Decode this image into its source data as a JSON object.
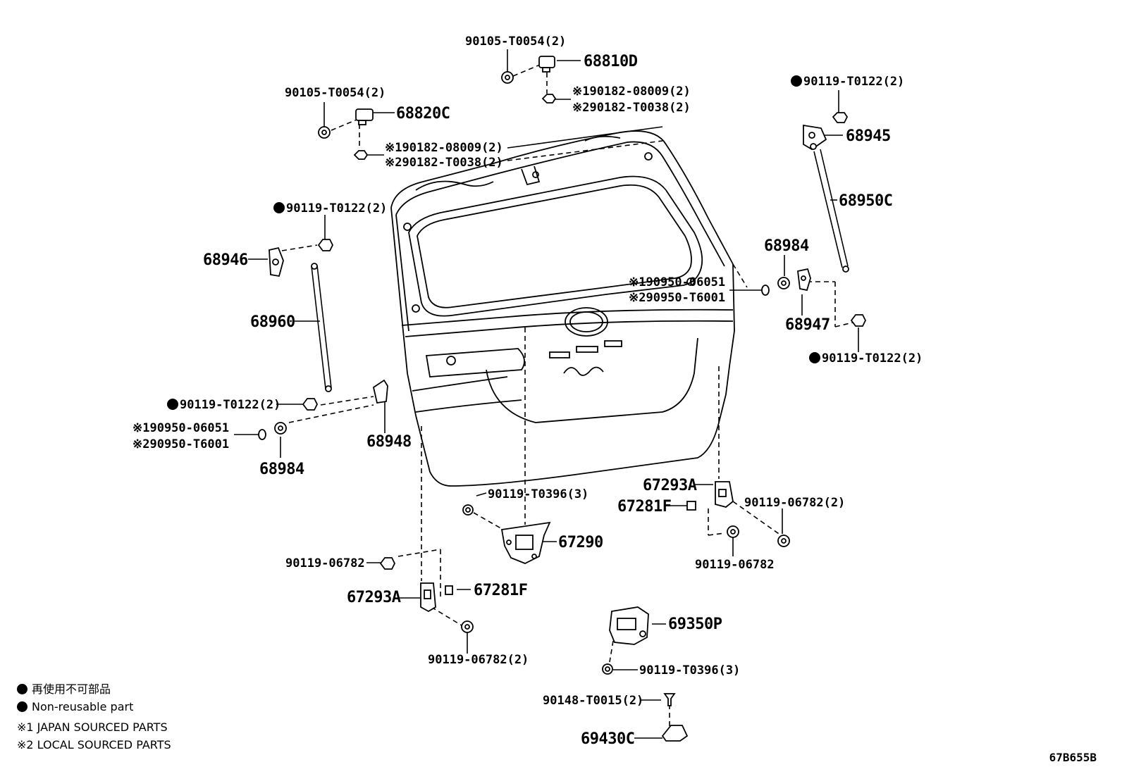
{
  "diagram": {
    "labels": {
      "bolt_68810d": "90105-T0054(2)",
      "part_68810d": "68810D",
      "nut_68810d_1": "※190182-08009(2)",
      "nut_68810d_2": "※290182-T0038(2)",
      "bolt_68820c": "90105-T0054(2)",
      "part_68820c": "68820C",
      "nut_68820c_1": "※190182-08009(2)",
      "nut_68820c_2": "※290182-T0038(2)",
      "bolt_68945": "90119-T0122(2)",
      "part_68945": "68945",
      "part_68950c": "68950C",
      "part_68984_r": "68984",
      "ring_r_1": "※190950-06051",
      "ring_r_2": "※290950-T6001",
      "part_68947": "68947",
      "bolt_68947": "90119-T0122(2)",
      "bolt_68946": "90119-T0122(2)",
      "part_68946": "68946",
      "part_68960": "68960",
      "bolt_68948": "90119-T0122(2)",
      "ring_l_1": "※190950-06051",
      "ring_l_2": "※290950-T6001",
      "part_68984_l": "68984",
      "part_68948": "68948",
      "part_67293a_r": "67293A",
      "part_67281f_r": "67281F",
      "bolt_67293a_r": "90119-06782(2)",
      "bolt_67281f_r": "90119-06782",
      "bolt_67290": "90119-T0396(3)",
      "part_67290": "67290",
      "bolt_67293a_l": "90119-06782",
      "part_67293a_l": "67293A",
      "part_67281f_l": "67281F",
      "bolt_67293a_l2": "90119-06782(2)",
      "part_69350p": "69350P",
      "bolt_69350p": "90119-T0396(3)",
      "screw_69430c": "90148-T0015(2)",
      "part_69430c": "69430C"
    },
    "legend": {
      "non_reusable_jp": "再使用不可部品",
      "non_reusable_en": "Non-reusable part",
      "note_1": "※1 JAPAN SOURCED PARTS",
      "note_2": "※2 LOCAL SOURCED PARTS"
    },
    "diagram_code": "67B655B"
  }
}
